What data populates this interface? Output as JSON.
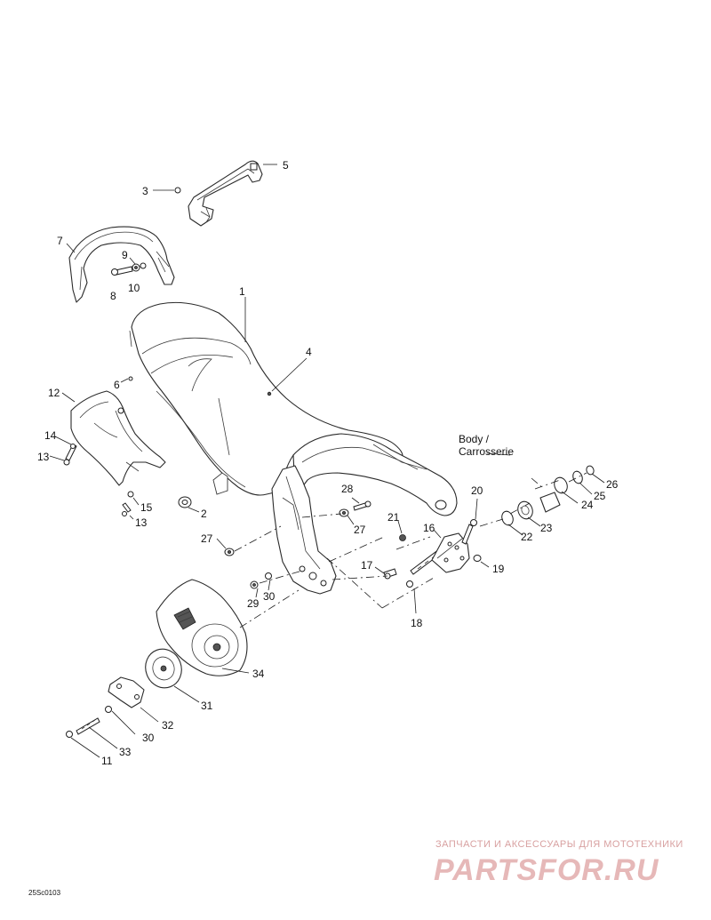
{
  "diagram": {
    "callouts": [
      {
        "id": "c1",
        "label": "1"
      },
      {
        "id": "c2",
        "label": "2"
      },
      {
        "id": "c3",
        "label": "3"
      },
      {
        "id": "c4",
        "label": "4"
      },
      {
        "id": "c5",
        "label": "5"
      },
      {
        "id": "c6",
        "label": "6"
      },
      {
        "id": "c7",
        "label": "7"
      },
      {
        "id": "c8",
        "label": "8"
      },
      {
        "id": "c9",
        "label": "9"
      },
      {
        "id": "c10",
        "label": "10"
      },
      {
        "id": "c11",
        "label": "11"
      },
      {
        "id": "c12",
        "label": "12"
      },
      {
        "id": "c13a",
        "label": "13"
      },
      {
        "id": "c13b",
        "label": "13"
      },
      {
        "id": "c14",
        "label": "14"
      },
      {
        "id": "c15",
        "label": "15"
      },
      {
        "id": "c16",
        "label": "16"
      },
      {
        "id": "c17",
        "label": "17"
      },
      {
        "id": "c18",
        "label": "18"
      },
      {
        "id": "c19",
        "label": "19"
      },
      {
        "id": "c20",
        "label": "20"
      },
      {
        "id": "c21",
        "label": "21"
      },
      {
        "id": "c22",
        "label": "22"
      },
      {
        "id": "c23",
        "label": "23"
      },
      {
        "id": "c24",
        "label": "24"
      },
      {
        "id": "c25",
        "label": "25"
      },
      {
        "id": "c26",
        "label": "26"
      },
      {
        "id": "c27a",
        "label": "27"
      },
      {
        "id": "c27b",
        "label": "27"
      },
      {
        "id": "c28",
        "label": "28"
      },
      {
        "id": "c29",
        "label": "29"
      },
      {
        "id": "c30a",
        "label": "30"
      },
      {
        "id": "c30b",
        "label": "30"
      },
      {
        "id": "c31",
        "label": "31"
      },
      {
        "id": "c32",
        "label": "32"
      },
      {
        "id": "c33",
        "label": "33"
      },
      {
        "id": "c34",
        "label": "34"
      }
    ],
    "body_note_line1": "Body /",
    "body_note_line2": "Carrosserie",
    "drawing_code": "25Sc0103"
  },
  "watermark": {
    "tagline": "ЗАПЧАСТИ И АКСЕССУАРЫ ДЛЯ МОТОТЕХНИКИ",
    "logo": "PARTSFOR.RU"
  }
}
